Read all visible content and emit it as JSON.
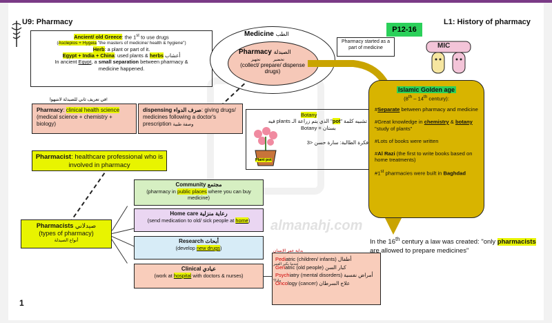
{
  "header": {
    "unit": "U9: Pharmacy",
    "lesson": "L1: History of pharmacy",
    "pages": "P12-16",
    "page_number": "1"
  },
  "greece_box": {
    "line1_a": "Ancient/ old Greece",
    "line1_b": ": the 1",
    "line1_sup": "st",
    "line1_c": " to use drugs",
    "line2_a": "(",
    "line2_b": "Asclepios + Hygeia",
    "line2_c": " \"the masters of medicine/ health & hygiene\")",
    "line3_a": "Herb",
    "line3_b": ": a plant or part of it.",
    "line4_a": "Egypt + India + China",
    "line4_b": ": used plants & ",
    "line4_c": "herbs",
    "line4_d": " أعشاب",
    "line5_a": "In ancient ",
    "line5_b": "Egypt",
    "line5_c": ", a ",
    "line5_d": "small separation",
    "line5_e": " between pharmacy &",
    "line6": "medicine happened."
  },
  "medicine_oval": {
    "title": "Medicine",
    "title_ar": "الطب",
    "inner_title": "Pharmacy",
    "inner_ar1": "الصيدلة",
    "inner_ar2": "تحضير",
    "inner_ar3": "تجهيز",
    "inner_sub": "(collect/ prepare/ dispense drugs)"
  },
  "started_note": "Pharmacy started as a part of medicine",
  "mic_label": "MIC",
  "pharmacy_def_box": {
    "ar_note": "في تعريف ثاني للصيدلة لانتبهوا!",
    "a": "Pharmacy",
    "b": ": ",
    "c": "clinical health science",
    "d": " (medical science + chemistry + biology)"
  },
  "dispensing_box": {
    "a": "dispensing",
    "ar": " صرف الدواء",
    "b": ": giving drugs/ medicines following a doctor's prescription ",
    "ar2": "وصفة طبية"
  },
  "botany_box": {
    "line1": "Botany",
    "line2_ar": "تشبيه كلمة",
    "line2_pot": "pot",
    "line2_ar2": "الذي يتم زراعة الـ plants فيه",
    "line3": "Botany = ",
    "line3_ar": "بستان",
    "pot_label": "Plant pot",
    "line4": "فكرة الطالبة: سارة حسن <3"
  },
  "pharmacist_def": {
    "a": "Pharmacist",
    "b": ": healthcare professional who is involved in pharmacy"
  },
  "types_box": {
    "a": "Pharmacists",
    "ar": " صيدلاني",
    "b": "(types of pharmacy)",
    "ar2": "أنواع الصيدلة"
  },
  "community": {
    "title": "Community",
    "title_ar": "مجتمع",
    "a": "(pharmacy in ",
    "b": "public places",
    "c": " where you can buy medicine)"
  },
  "homecare": {
    "title": "Home care",
    "title_ar": "رعاية منزلية",
    "a": "(send medication to old/ sick people at ",
    "b": "home",
    "c": ")"
  },
  "research": {
    "title": "Research",
    "title_ar": "أبحاث",
    "a": "(develop ",
    "b": "new drugs",
    "c": ")"
  },
  "clinical": {
    "title": "Clinical",
    "title_ar": "عيادي",
    "a": "(work at ",
    "b": "hospital",
    "c": " with doctors & nurses)"
  },
  "clinical_list": {
    "note_ar": "بداية عمر الإنسان",
    "note_ar2": "عندما يكبر العمر",
    "note_ar3": "ماذا؟",
    "items": [
      {
        "a": "Pedi",
        "b": "atric (children/ infants) ",
        "ar": "أطفال"
      },
      {
        "a": "Geri",
        "b": "atric (old people) ",
        "ar": "كبار السن"
      },
      {
        "a": "Psych",
        "b": "iatry (mental disorders) ",
        "ar": "أمراض نفسية"
      },
      {
        "a": "Onco",
        "b": "logy (cancer) ",
        "ar": "علاج السرطان"
      }
    ]
  },
  "islamic_box": {
    "title": "Islamic Golden age",
    "range_a": "(8",
    "range_sup1": "th",
    "range_b": " – 14",
    "range_sup2": "th",
    "range_c": " century):",
    "p1_a": "#",
    "p1_b": "Separate",
    "p1_c": " between pharmacy and medicine",
    "p2_a": "#Great knowledge in ",
    "p2_b": "chemistry",
    "p2_c": " & ",
    "p2_d": "botany",
    "p2_e": " \"study of plants\"",
    "p3": "#Lots of books were written",
    "p4_a": "#",
    "p4_b": "Al Razi",
    "p4_c": " (the first to write books based on home treatments)",
    "p5_a": "#1",
    "p5_sup": "st",
    "p5_b": " pharmacies were built in ",
    "p5_c": "Baghdad"
  },
  "law_text": {
    "a": "In the 16",
    "sup": "th",
    "b": " century a law was created: \"only ",
    "c": "pharmacists",
    "d": " are allowed to prepare medicines\""
  },
  "watermark": "almanahj.com",
  "colors": {
    "yellow_highlight": "#e8f400",
    "islamic_gold": "#d8b400",
    "arrow_gold": "#c9a400",
    "green_page": "#2bd05a"
  }
}
